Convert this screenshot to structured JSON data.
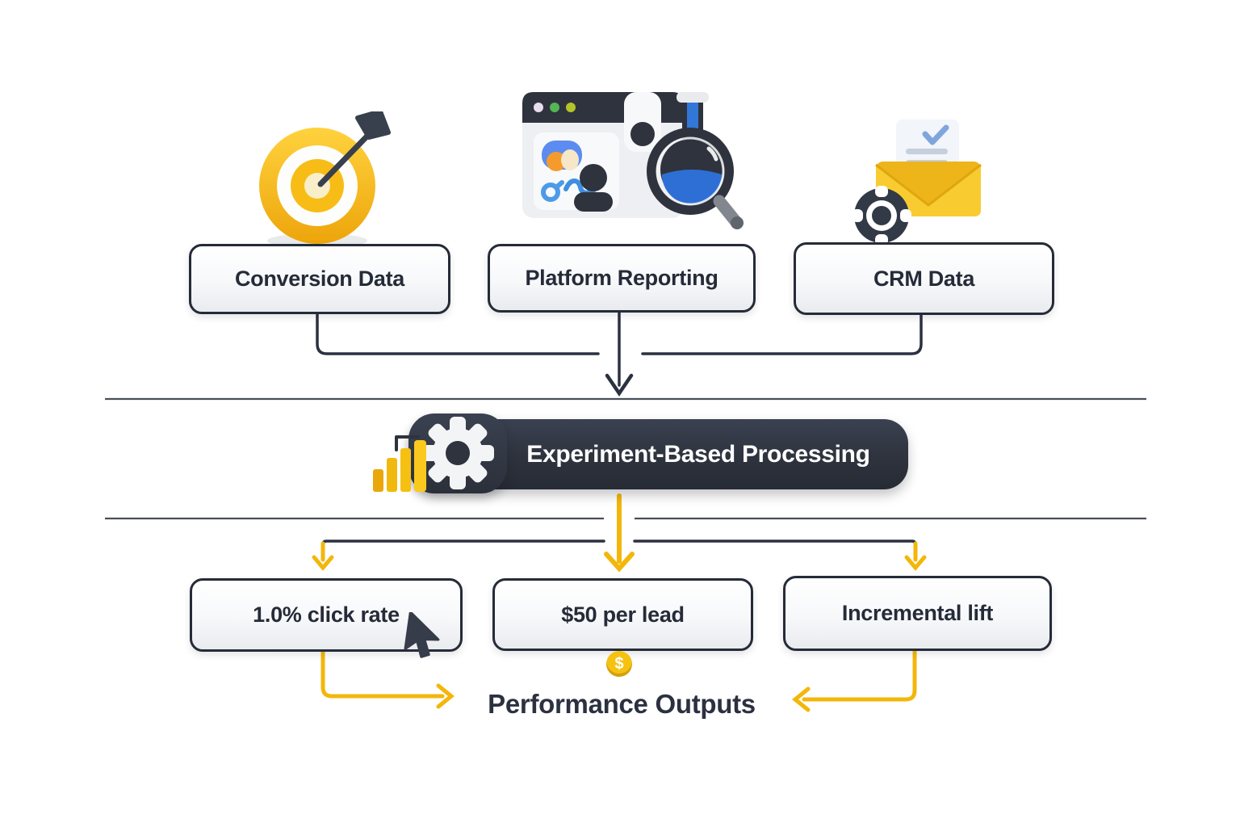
{
  "inputs": [
    {
      "label": "Conversion Data",
      "icon": "target-icon"
    },
    {
      "label": "Platform Reporting",
      "icon": "analytics-browser-icon"
    },
    {
      "label": "CRM Data",
      "icon": "envelope-gear-icon"
    }
  ],
  "processing": {
    "label": "Experiment-Based Processing",
    "icons": [
      "bar-chart-icon",
      "gear-icon"
    ]
  },
  "outputs": [
    {
      "label": "1.0% click rate",
      "icon": "cursor-icon"
    },
    {
      "label": "$50 per lead",
      "icon": "dollar-coin-icon"
    },
    {
      "label": "Incremental lift",
      "icon": ""
    }
  ],
  "footer_label": "Performance Outputs",
  "coin_symbol": "$",
  "colors": {
    "accent_yellow": "#F3B70B",
    "dark": "#2B3140",
    "blue": "#3277D8"
  }
}
